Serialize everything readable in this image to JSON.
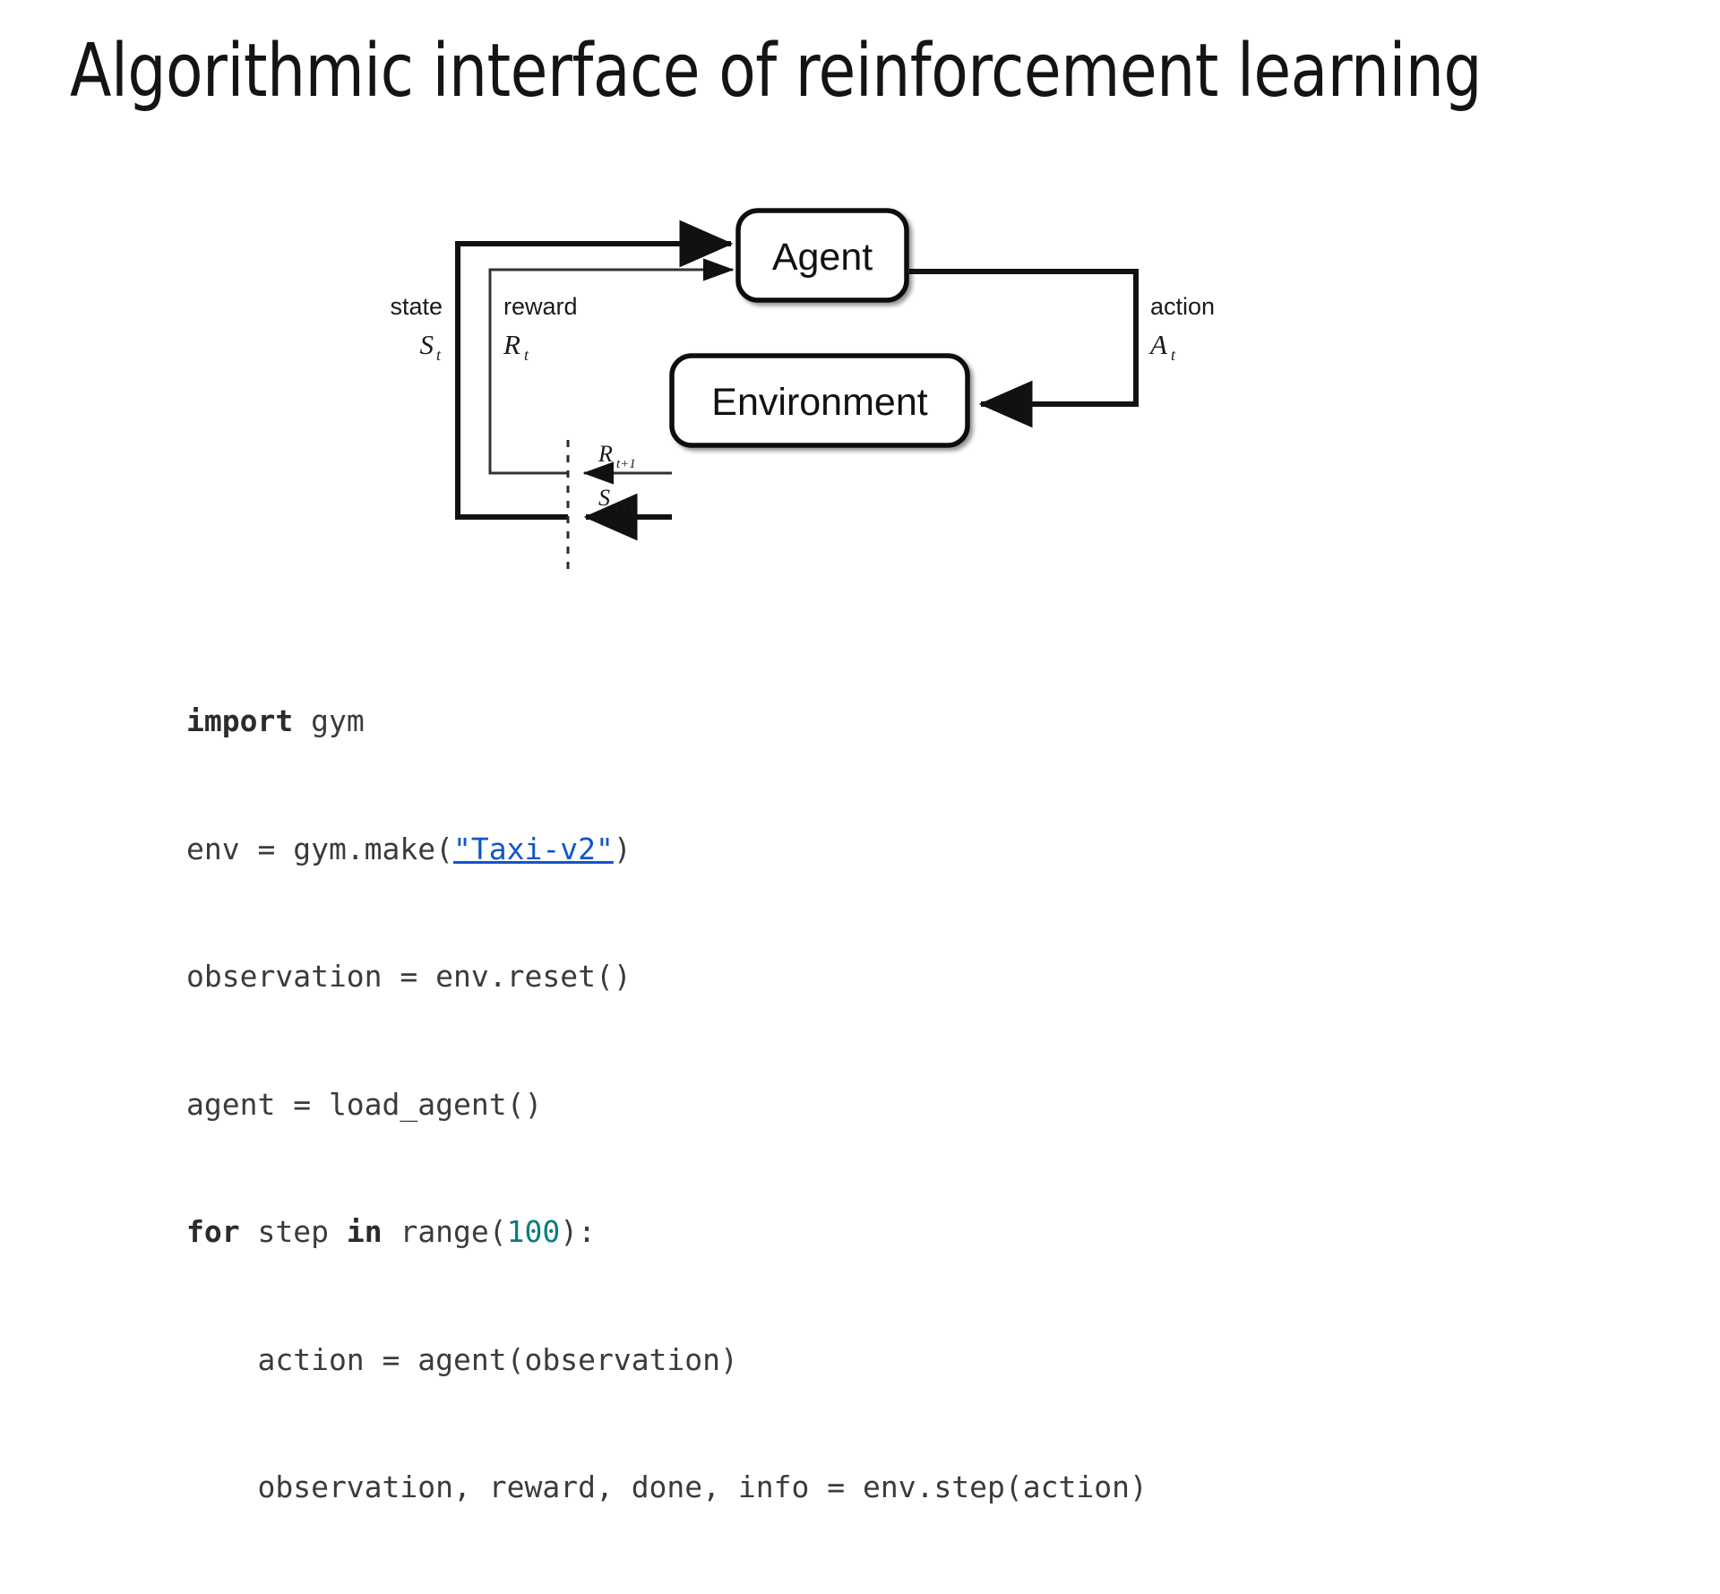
{
  "slide": {
    "title": "Algorithmic interface of reinforcement learning",
    "background_color": "#ffffff"
  },
  "diagram": {
    "type": "rl-agent-environment-loop",
    "nodes": [
      {
        "id": "agent",
        "label": "Agent"
      },
      {
        "id": "environment",
        "label": "Environment"
      }
    ],
    "edges": [
      {
        "id": "state",
        "word": "state",
        "symbol": "S",
        "subscript": "t",
        "from": "environment",
        "to": "agent",
        "weight": "thick"
      },
      {
        "id": "reward",
        "word": "reward",
        "symbol": "R",
        "subscript": "t",
        "from": "environment",
        "to": "agent",
        "weight": "thin"
      },
      {
        "id": "action",
        "word": "action",
        "symbol": "A",
        "subscript": "t",
        "from": "agent",
        "to": "environment",
        "weight": "thick"
      },
      {
        "id": "reward_next",
        "word": "",
        "symbol": "R",
        "subscript": "t+1",
        "from": "environment",
        "to": "agent",
        "weight": "thin"
      },
      {
        "id": "state_next",
        "word": "",
        "symbol": "S",
        "subscript": "t+1",
        "from": "environment",
        "to": "agent",
        "weight": "thick"
      }
    ],
    "time_divider": {
      "style": "dashed",
      "label": ""
    },
    "labels": {
      "state_word": "state",
      "state_symbol": "S",
      "state_sub": "t",
      "reward_word": "reward",
      "reward_symbol": "R",
      "reward_sub": "t",
      "action_word": "action",
      "action_symbol": "A",
      "action_sub": "t",
      "reward_next_symbol": "R",
      "reward_next_sub": "t+1",
      "state_next_symbol": "S",
      "state_next_sub": "t+1"
    },
    "stroke_color": "#111111"
  },
  "code": {
    "language": "python",
    "colors": {
      "keyword": "#2b2b2b",
      "number": "#0a7d7d",
      "link": "#1155cc",
      "text": "#3b3b3b"
    },
    "lines": [
      {
        "id": "l1",
        "tokens": [
          {
            "t": "import",
            "k": "kw"
          },
          {
            "t": " gym",
            "k": "plain"
          }
        ]
      },
      {
        "id": "l2",
        "tokens": [
          {
            "t": "env = gym.make(",
            "k": "plain"
          },
          {
            "t": "\"Taxi-v2\"",
            "k": "link"
          },
          {
            "t": ")",
            "k": "plain"
          }
        ]
      },
      {
        "id": "l3",
        "tokens": [
          {
            "t": "observation = env.reset()",
            "k": "plain"
          }
        ]
      },
      {
        "id": "l4",
        "tokens": [
          {
            "t": "agent = load_agent()",
            "k": "plain"
          }
        ]
      },
      {
        "id": "l5",
        "tokens": [
          {
            "t": "for",
            "k": "kw"
          },
          {
            "t": " step ",
            "k": "plain"
          },
          {
            "t": "in",
            "k": "kw"
          },
          {
            "t": " range(",
            "k": "plain"
          },
          {
            "t": "100",
            "k": "num"
          },
          {
            "t": "):",
            "k": "plain"
          }
        ]
      },
      {
        "id": "l6",
        "tokens": [
          {
            "t": "    action = agent(observation)",
            "k": "plain"
          }
        ]
      },
      {
        "id": "l7",
        "tokens": [
          {
            "t": "    observation, reward, done, info = env.step(action)",
            "k": "plain"
          }
        ]
      }
    ]
  }
}
